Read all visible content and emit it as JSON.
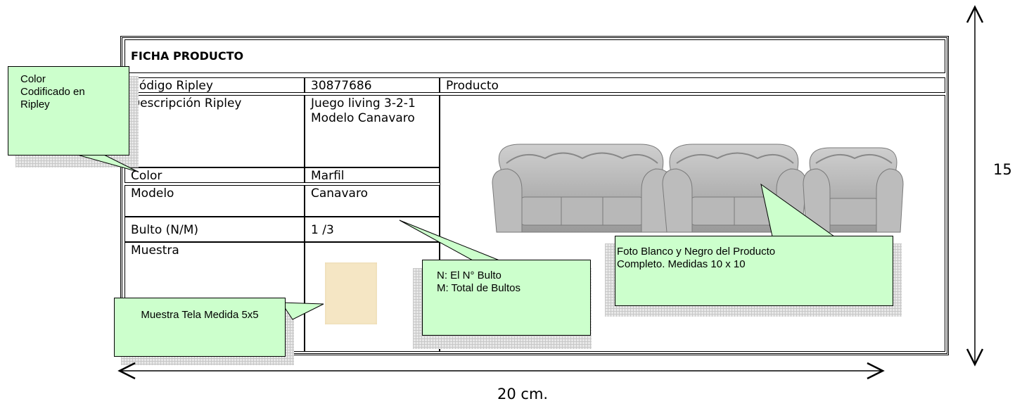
{
  "ficha": {
    "title": "FICHA PRODUCTO",
    "rows": [
      {
        "label": "Código Ripley",
        "value": "30877686"
      },
      {
        "label": "Descripción Ripley",
        "value": "Juego living 3-2-1\nModelo Canavaro"
      },
      {
        "label": "Color",
        "value": "Marfil"
      },
      {
        "label": "Modelo",
        "value": "Canavaro"
      },
      {
        "label": "Bulto (N/M)",
        "value": "1 /3"
      },
      {
        "label": "Muestra",
        "value": ""
      }
    ],
    "product_header": "Producto"
  },
  "callouts": {
    "color": "Color Codificado en Ripley",
    "muestra": "Muestra Tela Medida 5x5",
    "bulto_line1": "N: El N° Bulto",
    "bulto_line2": "M: Total de Bultos",
    "foto_line1": "Foto Blanco y Negro del Producto",
    "foto_line2": "Completo. Medidas 10 x 10"
  },
  "dimensions": {
    "width_label": "20 cm.",
    "height_label": "15"
  },
  "colors": {
    "callout_fill": "#ccffcc",
    "swatch": "#f5e6c4",
    "sofa": "#a9a9a9"
  }
}
